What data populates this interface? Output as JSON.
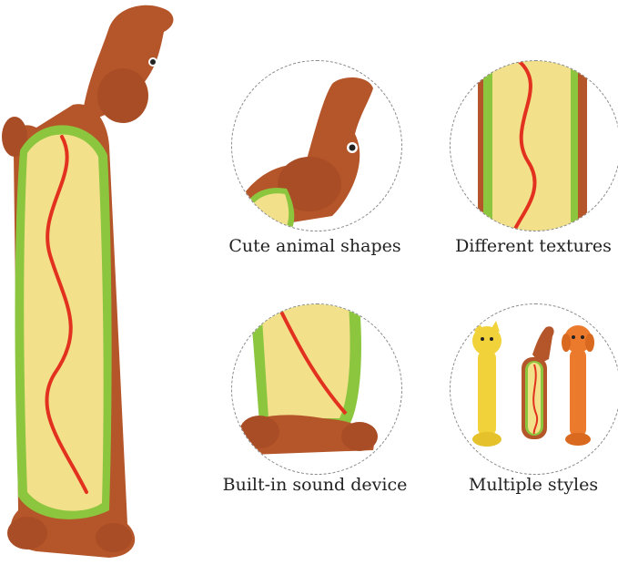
{
  "features": [
    {
      "caption": "Cute animal shapes",
      "icon": "dog-head-closeup"
    },
    {
      "caption": "Different textures",
      "icon": "bun-texture-closeup"
    },
    {
      "caption": "Built-in sound device",
      "icon": "dog-feet-closeup"
    },
    {
      "caption": "Multiple styles",
      "icon": "three-toy-styles"
    }
  ],
  "colors": {
    "dog_brown": "#b5552a",
    "bun_yellow": "#f3e08a",
    "lettuce_green": "#8cc63f",
    "ketchup_red": "#e2321f",
    "cat_yellow": "#f2d23a",
    "orange_dog": "#ec7a2c",
    "border": "#8a8a8a"
  }
}
